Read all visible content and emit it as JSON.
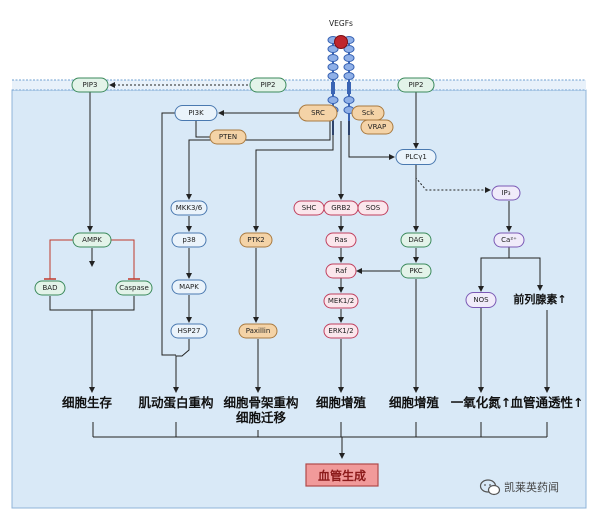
{
  "ligand": "VEGFs",
  "nodes": {
    "pip3": "PIP3",
    "pip2_left": "PIP2",
    "pip2_right": "PIP2",
    "pi3k": "PI3K",
    "pten": "PTEN",
    "src": "SRC",
    "sck": "Sck",
    "vrap": "VRAP",
    "plcg1": "PLCγ1",
    "ip3": "IP₃",
    "ca": "Ca²⁺",
    "dag": "DAG",
    "pkc": "PKC",
    "nos": "NOS",
    "prostacyclin": "前列腺素↑",
    "ampk": "AMPK",
    "bad": "BAD",
    "caspase": "Caspase",
    "mkk36": "MKK3/6",
    "p38": "p38",
    "mapk": "MAPK",
    "hsp27": "HSP27",
    "ptk2": "PTK2",
    "paxillin": "Paxillin",
    "shc": "SHC",
    "grb2": "GRB2",
    "sos": "SOS",
    "ras": "Ras",
    "raf": "Raf",
    "mek12": "MEK1/2",
    "erk12": "ERK1/2"
  },
  "outcomes": {
    "survival": "细胞生存",
    "actin": "肌动蛋白重构",
    "cytoskeleton_1": "细胞骨架重构",
    "cytoskeleton_2": "细胞迁移",
    "proliferation_1": "细胞增殖",
    "proliferation_2": "细胞增殖",
    "no": "一氧化氮↑",
    "permeability": "血管通透性↑"
  },
  "final": "血管生成",
  "watermark": "凯莱英药闻",
  "colors": {
    "green_fill": "#e3f3e9",
    "green_stroke": "#3b8a5c",
    "blue_fill": "#eaf3fb",
    "blue_stroke": "#4a79b0",
    "orange_fill": "#f4d3a7",
    "orange_stroke": "#a97a40",
    "pink_fill": "#fbe6ec",
    "pink_stroke": "#c0405e",
    "purple_fill": "#f0ebfa",
    "purple_stroke": "#7a59b5",
    "cell_fill": "#d9e9f7",
    "final_fill": "#f19a9a",
    "inhibit": "#c0392b"
  }
}
